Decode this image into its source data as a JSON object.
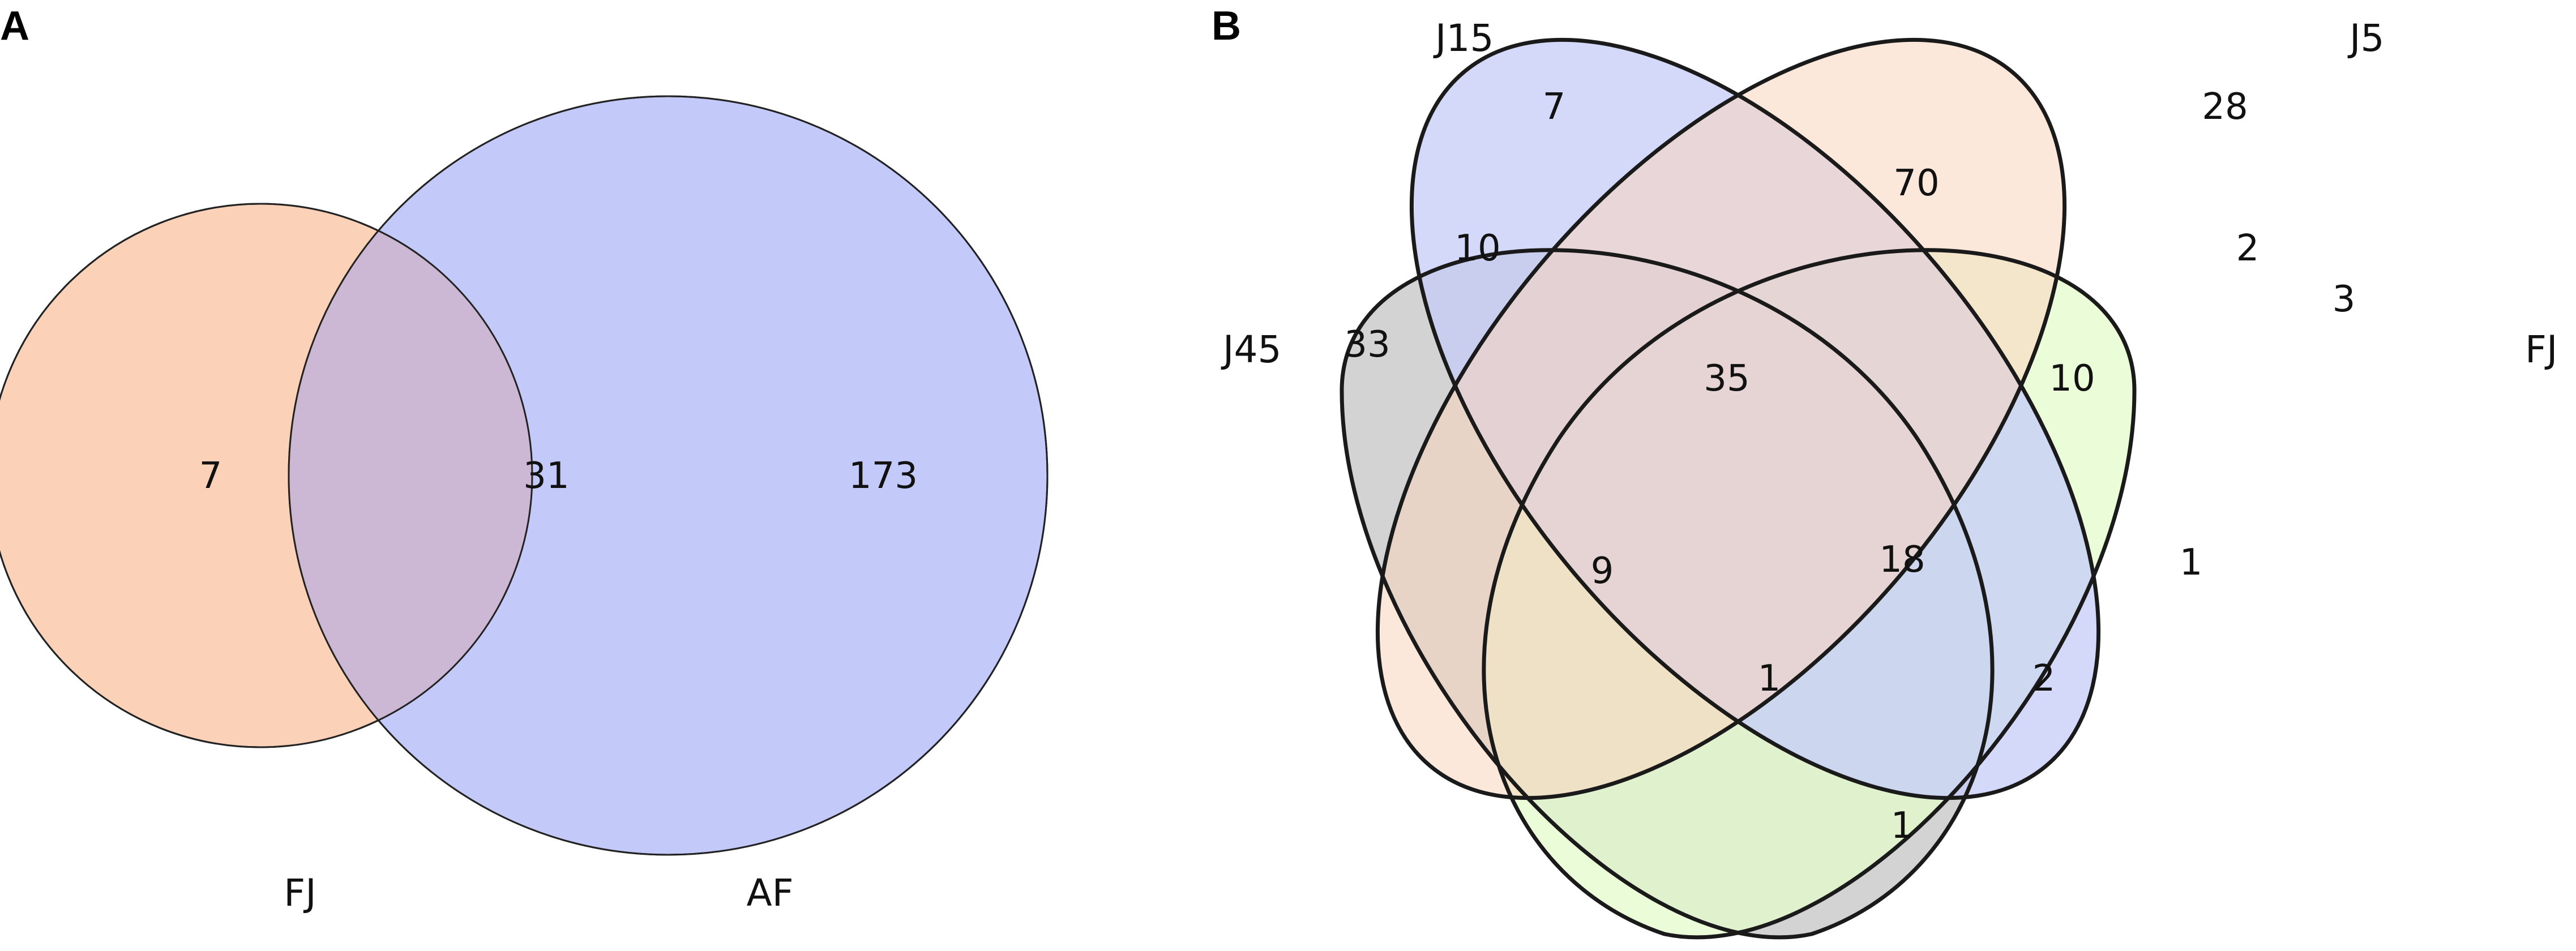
{
  "panels": [
    {
      "letter": "A",
      "sets": [
        {
          "name": "FJ",
          "color": "#fbd2b8"
        },
        {
          "name": "AF",
          "color": "#c3caf9"
        }
      ],
      "regions": {
        "fj_only": "7",
        "fj_af": "31",
        "af_only": "173"
      },
      "overlap_color": "#ccb7d4"
    },
    {
      "letter": "B",
      "sets": [
        {
          "name": "J15",
          "color": "#c6ccf8"
        },
        {
          "name": "J5",
          "color": "#fad4bd"
        },
        {
          "name": "J45",
          "color": "#d3d3d3"
        },
        {
          "name": "FJ",
          "color": "#e4fbcc"
        }
      ],
      "regions": {
        "j15_only": "7",
        "j5_only": "28",
        "j45_only": "33",
        "fj_only": "3",
        "j15_j5": "70",
        "j15_j45": "10",
        "j5_fj": "2",
        "j15_j5_j45": "35",
        "j15_j5_fj": "10",
        "j5_j45": "9",
        "all": "18",
        "j15_fj": "1",
        "j5_j45_fj": "1",
        "j15_j45_fj": "2",
        "j45_fj": "1"
      }
    }
  ]
}
